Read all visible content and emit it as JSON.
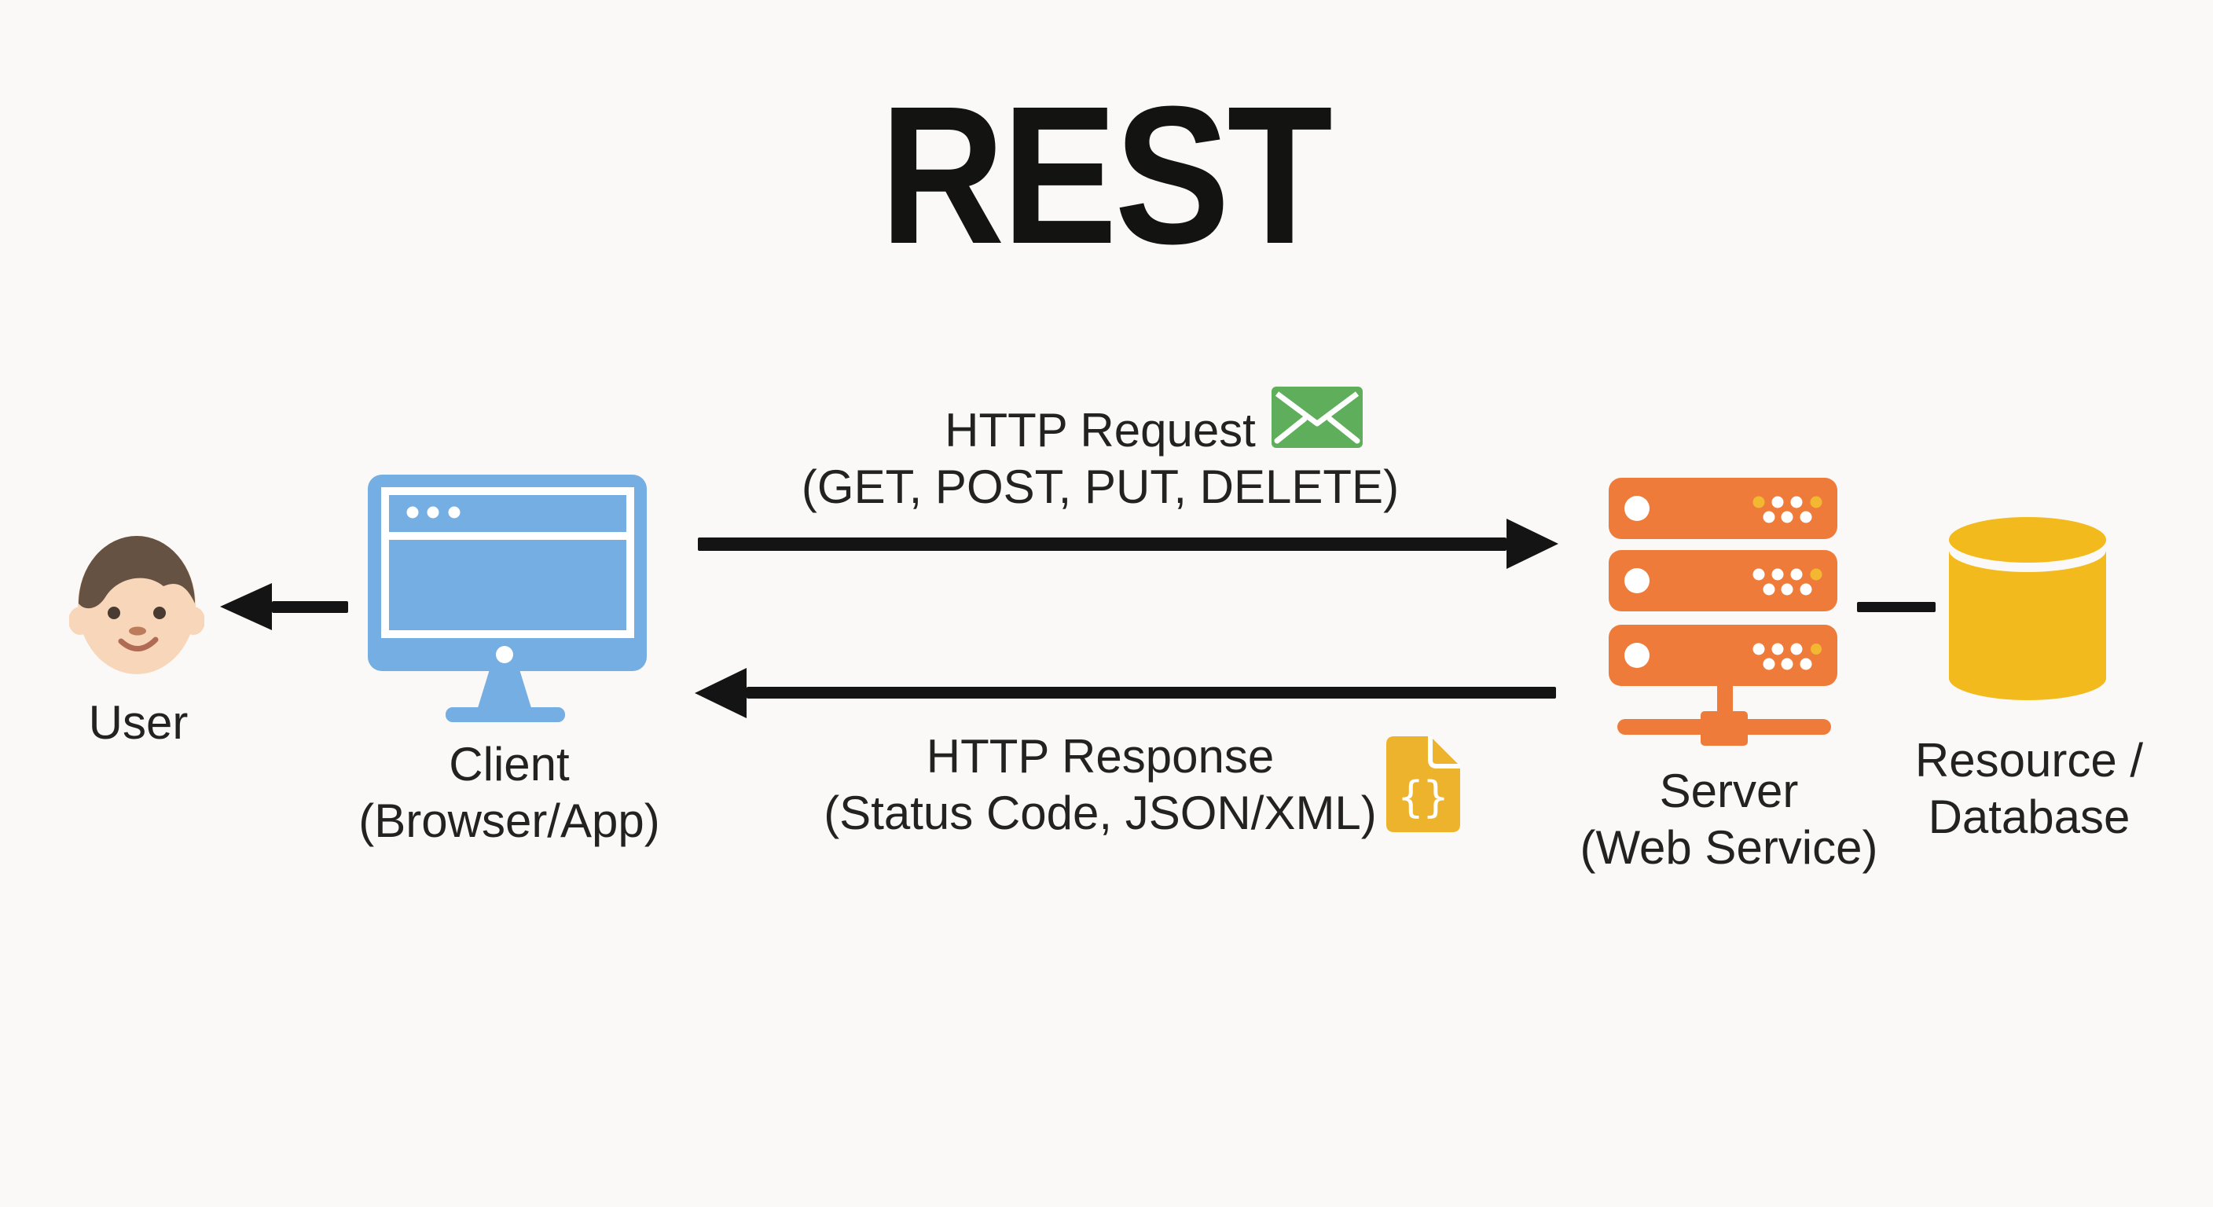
{
  "diagram": {
    "title": "REST",
    "background_color": "#faf9f7",
    "text_color": "#222220",
    "arrow_color": "#141414",
    "nodes": {
      "user": {
        "label": "User",
        "icon": "user-face-icon",
        "skin_color": "#f8d6ba",
        "hair_color": "#665243"
      },
      "client": {
        "label_line1": "Client",
        "label_line2": "(Browser/App)",
        "icon": "monitor-icon",
        "color": "#74aee2"
      },
      "server": {
        "label_line1": "Server",
        "label_line2": "(Web Service)",
        "icon": "server-rack-icon",
        "color": "#ef7b3b",
        "led_color": "#f2b832"
      },
      "database": {
        "label_line1": "Resource /",
        "label_line2": "Database",
        "icon": "database-cylinder-icon",
        "color": "#f2ba1d"
      }
    },
    "flows": {
      "request": {
        "line1": "HTTP Request",
        "line2": "(GET, POST, PUT, DELETE)",
        "from": "Client",
        "to": "Server",
        "icon": "envelope-icon",
        "icon_color": "#5fae5c"
      },
      "response": {
        "line1": "HTTP Response",
        "line2": "(Status Code, JSON/XML)",
        "from": "Server",
        "to": "Client",
        "icon": "json-file-icon",
        "icon_color": "#eeb32d"
      },
      "client_to_user": {
        "from": "Client",
        "to": "User"
      },
      "server_to_database": {
        "from": "Server",
        "to": "Database"
      }
    }
  }
}
